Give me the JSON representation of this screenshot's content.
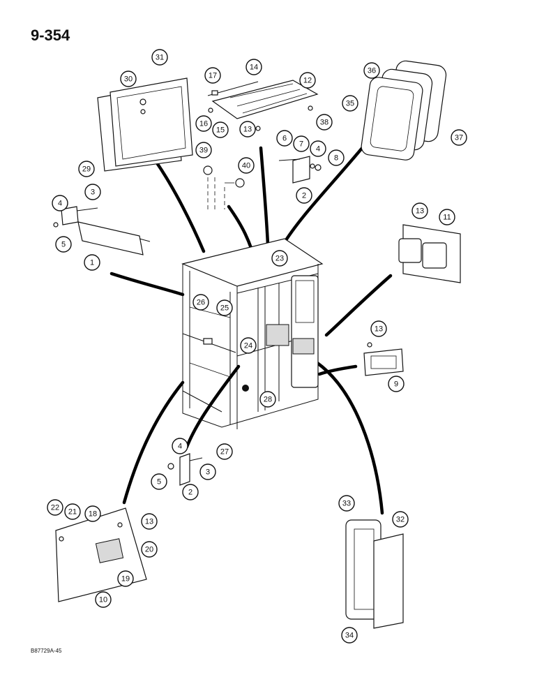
{
  "page_number": "9-354",
  "figure_code": "B87729A-45",
  "callouts": [
    {
      "id": "c31",
      "label": "31"
    },
    {
      "id": "c30",
      "label": "30"
    },
    {
      "id": "c29",
      "label": "29"
    },
    {
      "id": "c17",
      "label": "17"
    },
    {
      "id": "c14",
      "label": "14"
    },
    {
      "id": "c12",
      "label": "12"
    },
    {
      "id": "c16",
      "label": "16"
    },
    {
      "id": "c15",
      "label": "15"
    },
    {
      "id": "c13a",
      "label": "13"
    },
    {
      "id": "c38",
      "label": "38"
    },
    {
      "id": "c36",
      "label": "36"
    },
    {
      "id": "c35",
      "label": "35"
    },
    {
      "id": "c37",
      "label": "37"
    },
    {
      "id": "c6",
      "label": "6"
    },
    {
      "id": "c7",
      "label": "7"
    },
    {
      "id": "c4a",
      "label": "4"
    },
    {
      "id": "c8",
      "label": "8"
    },
    {
      "id": "c2a",
      "label": "2"
    },
    {
      "id": "c39",
      "label": "39"
    },
    {
      "id": "c40",
      "label": "40"
    },
    {
      "id": "c3a",
      "label": "3"
    },
    {
      "id": "c4b",
      "label": "4"
    },
    {
      "id": "c5a",
      "label": "5"
    },
    {
      "id": "c1",
      "label": "1"
    },
    {
      "id": "c13b",
      "label": "13"
    },
    {
      "id": "c11",
      "label": "11"
    },
    {
      "id": "c23",
      "label": "23"
    },
    {
      "id": "c26",
      "label": "26"
    },
    {
      "id": "c25",
      "label": "25"
    },
    {
      "id": "c24",
      "label": "24"
    },
    {
      "id": "c13c",
      "label": "13"
    },
    {
      "id": "c9",
      "label": "9"
    },
    {
      "id": "c28",
      "label": "28"
    },
    {
      "id": "c27",
      "label": "27"
    },
    {
      "id": "c4c",
      "label": "4"
    },
    {
      "id": "c3b",
      "label": "3"
    },
    {
      "id": "c5b",
      "label": "5"
    },
    {
      "id": "c2b",
      "label": "2"
    },
    {
      "id": "c22",
      "label": "22"
    },
    {
      "id": "c21",
      "label": "21"
    },
    {
      "id": "c18",
      "label": "18"
    },
    {
      "id": "c13d",
      "label": "13"
    },
    {
      "id": "c20",
      "label": "20"
    },
    {
      "id": "c19",
      "label": "19"
    },
    {
      "id": "c10",
      "label": "10"
    },
    {
      "id": "c33",
      "label": "33"
    },
    {
      "id": "c32",
      "label": "32"
    },
    {
      "id": "c34",
      "label": "34"
    }
  ]
}
